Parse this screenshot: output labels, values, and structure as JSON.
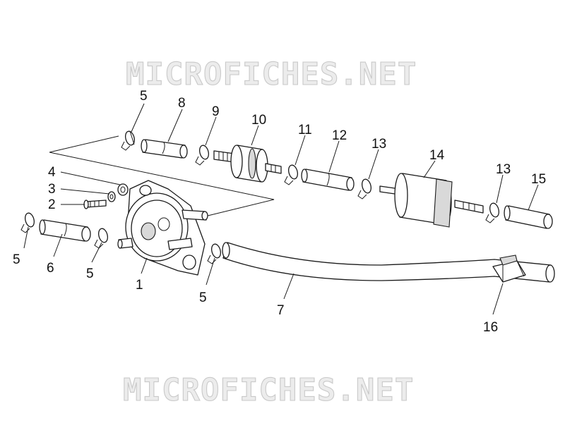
{
  "watermark": {
    "text": "MICROFICHES.NET",
    "fill_color": "#ececec",
    "stroke_color": "#c9c9c9"
  },
  "callouts": [
    {
      "id": "c5a",
      "label": "5"
    },
    {
      "id": "c8",
      "label": "8"
    },
    {
      "id": "c9",
      "label": "9"
    },
    {
      "id": "c10",
      "label": "10"
    },
    {
      "id": "c11",
      "label": "11"
    },
    {
      "id": "c12",
      "label": "12"
    },
    {
      "id": "c13a",
      "label": "13"
    },
    {
      "id": "c14",
      "label": "14"
    },
    {
      "id": "c13b",
      "label": "13"
    },
    {
      "id": "c15",
      "label": "15"
    },
    {
      "id": "c4",
      "label": "4"
    },
    {
      "id": "c3",
      "label": "3"
    },
    {
      "id": "c2",
      "label": "2"
    },
    {
      "id": "c5b",
      "label": "5"
    },
    {
      "id": "c6",
      "label": "6"
    },
    {
      "id": "c5c",
      "label": "5"
    },
    {
      "id": "c1",
      "label": "1"
    },
    {
      "id": "c5d",
      "label": "5"
    },
    {
      "id": "c7",
      "label": "7"
    },
    {
      "id": "c16",
      "label": "16"
    }
  ],
  "colors": {
    "line": "#1a1a1a",
    "shade": "#d9d9d9",
    "background": "#ffffff"
  }
}
